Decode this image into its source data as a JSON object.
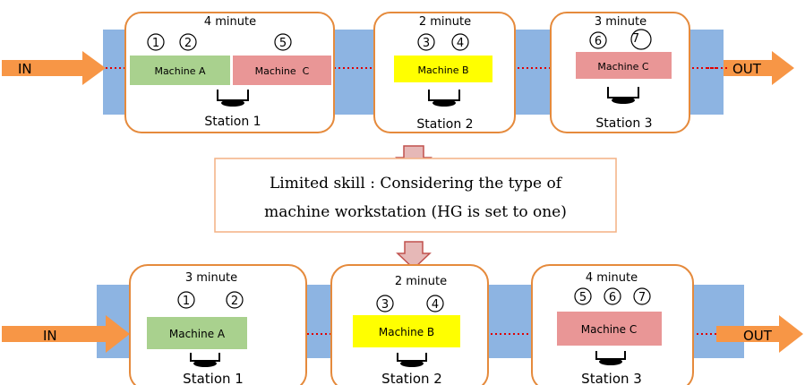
{
  "top": {
    "in_label": "IN",
    "out_label": "OUT",
    "stations": [
      {
        "time": "4 minute",
        "name": "Station 1",
        "tasks": [
          "1",
          "2",
          "5"
        ],
        "machines": [
          {
            "label": "Machine A",
            "color": "#a9d18e"
          },
          {
            "label": "Machine  C",
            "color": "#e99696"
          }
        ]
      },
      {
        "time": "2 minute",
        "name": "Station 2",
        "tasks": [
          "3",
          "4"
        ],
        "machines": [
          {
            "label": "Machine B",
            "color": "#ffff00"
          }
        ]
      },
      {
        "time": "3 minute",
        "name": "Station 3",
        "tasks": [
          "6",
          "7"
        ],
        "machines": [
          {
            "label": "Machine C",
            "color": "#e99696"
          }
        ]
      }
    ]
  },
  "note": {
    "line1": "Limited skill : Considering the type of",
    "line2": "machine workstation (HG is set to one)"
  },
  "bottom": {
    "in_label": "IN",
    "out_label": "OUT",
    "stations": [
      {
        "time": "3 minute",
        "name": "Station 1",
        "tasks": [
          "1",
          "2"
        ],
        "machines": [
          {
            "label": "Machine A",
            "color": "#a9d18e"
          }
        ]
      },
      {
        "time": "2 minute",
        "name": "Station 2",
        "tasks": [
          "3",
          "4"
        ],
        "machines": [
          {
            "label": "Machine B",
            "color": "#ffff00"
          }
        ]
      },
      {
        "time": "4 minute",
        "name": "Station 3",
        "tasks": [
          "5",
          "6",
          "7"
        ],
        "machines": [
          {
            "label": "Machine C",
            "color": "#e99696"
          }
        ]
      }
    ]
  },
  "colors": {
    "conveyor": "#8db4e2",
    "arrow": "#f79646",
    "station_border": "#e58a3c",
    "dotted_line": "#e00000",
    "down_arrow_fill": "#e6b8b7",
    "down_arrow_stroke": "#c0504d",
    "note_border": "#f4b183"
  }
}
